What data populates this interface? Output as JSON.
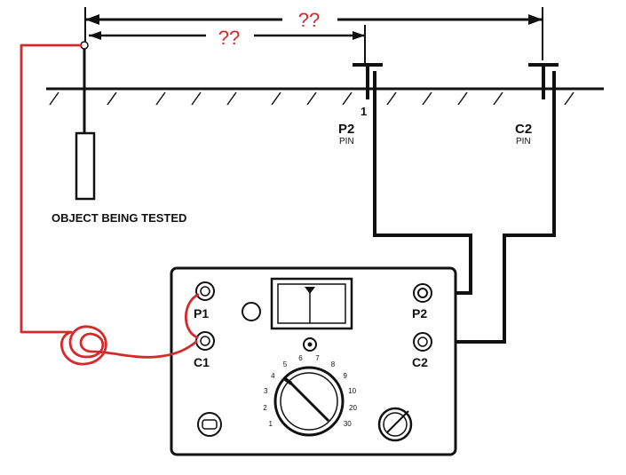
{
  "distances": {
    "total_label": "??",
    "partial_label": "??"
  },
  "pins": {
    "p2": {
      "name": "P2",
      "sub": "PIN",
      "marker": "1"
    },
    "c2": {
      "name": "C2",
      "sub": "PIN"
    }
  },
  "object_label": "OBJECT BEING TESTED",
  "meter": {
    "terminals": [
      "P1",
      "C1",
      "P2",
      "C2"
    ],
    "dial_marks": [
      "1",
      "2",
      "3",
      "4",
      "5",
      "6",
      "7",
      "8",
      "9",
      "10",
      "20",
      "30"
    ]
  },
  "colors": {
    "lead_red": "#d22b2b",
    "line": "#111111"
  },
  "icons": [
    "terminal-p1-icon",
    "terminal-c1-icon",
    "terminal-p2-icon",
    "terminal-c2-icon",
    "range-dial-icon",
    "adjust-knob-icon",
    "meter-gauge-icon"
  ]
}
